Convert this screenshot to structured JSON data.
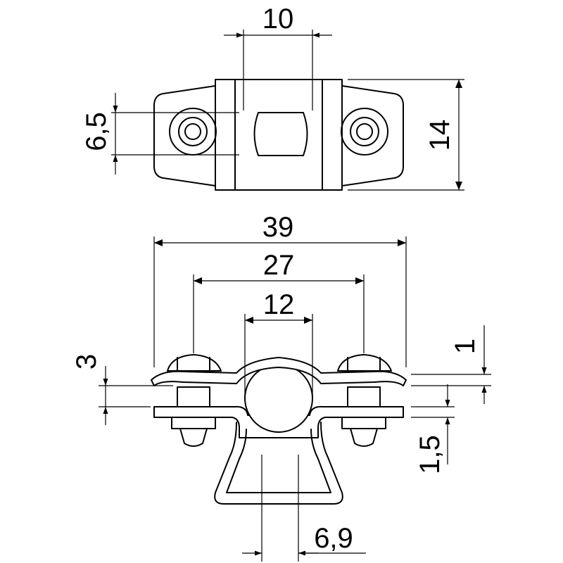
{
  "drawing": {
    "top_view": {
      "width_slot": "10",
      "height_hole": "6,5",
      "height_total": "14"
    },
    "front_view": {
      "length_total": "39",
      "hole_spacing": "27",
      "clamp_width": "12",
      "height_upper": "3",
      "thickness_top": "1",
      "thickness_bottom": "1,5",
      "wire_diameter": "6,9"
    }
  }
}
